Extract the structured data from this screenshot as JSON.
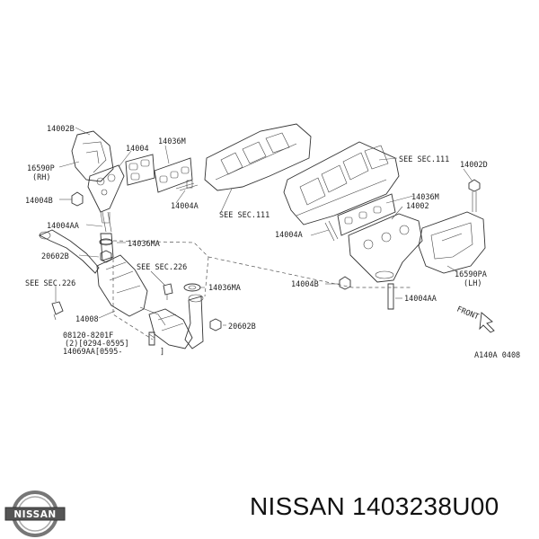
{
  "diagram": {
    "labels": {
      "c14002b_top": "14002B",
      "c14004_rh": "14004",
      "c14036m_rh": "14036M",
      "c16590p": "16590P",
      "c16590p_rh": "(RH)",
      "c14004b_l": "14004B",
      "c14004a_l": "14004A",
      "c14004aa_l": "14004AA",
      "c14036ma_l": "14036MA",
      "c20602b_l": "20602B",
      "see_sec_226_l": "SEE SEC.226",
      "c14008": "14008",
      "note_line1": "08120-8201F",
      "note_line2": "(2)[0294-0595]",
      "note_line3": "14069AA[0595-",
      "note_bracket": "]",
      "see_sec_226_c": "SEE SEC.226",
      "c14036ma_c": "14036MA",
      "c20602b_c": "20602B",
      "see_sec_111_a": "SEE SEC.111",
      "see_sec_111_b": "SEE SEC.111",
      "c14002d": "14002D",
      "c14036m_lh": "14036M",
      "c14002": "14002",
      "c14004a_r": "14004A",
      "c16590pa": "16590PA",
      "c16590pa_lh": "(LH)",
      "c14004b_r": "14004B",
      "c14004aa_r": "14004AA",
      "front": "FRONT",
      "ref_code": "A140A 0408"
    }
  },
  "brand": {
    "logo_text": "NISSAN",
    "part_number_text": "NISSAN 1403238U00"
  }
}
